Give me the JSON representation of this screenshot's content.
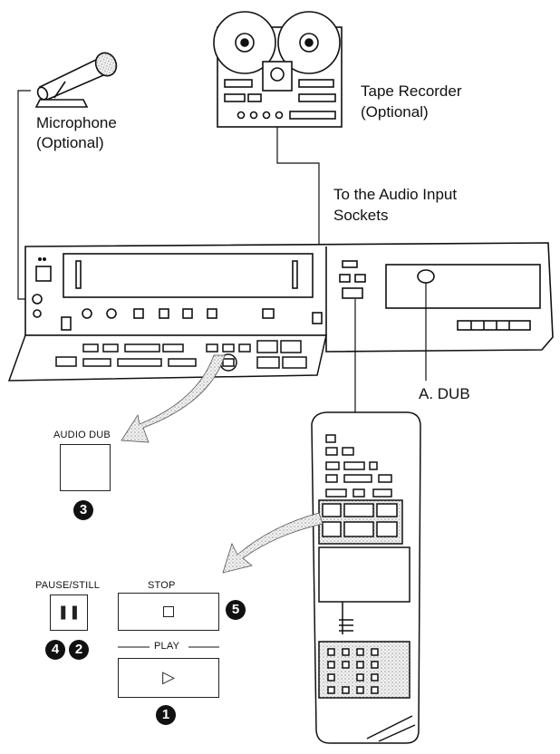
{
  "labels": {
    "microphone": "Microphone",
    "microphone_optional": "(Optional)",
    "tape_recorder": "Tape Recorder",
    "tape_recorder_optional": "(Optional)",
    "audio_input_line1": "To the Audio Input",
    "audio_input_line2": "Sockets",
    "a_dub": "A. DUB",
    "audio_dub": "AUDIO DUB",
    "pause_still": "PAUSE/STILL",
    "stop": "STOP",
    "play": "PLAY"
  },
  "steps": {
    "audio_dub": "3",
    "pause_first": "4",
    "pause_second": "2",
    "stop": "5",
    "play": "1"
  },
  "icons": {
    "pause": "pause-icon",
    "stop": "stop-icon",
    "play": "play-icon"
  },
  "colors": {
    "ink": "#111111",
    "arrow_fill": "#e4e4e4"
  }
}
